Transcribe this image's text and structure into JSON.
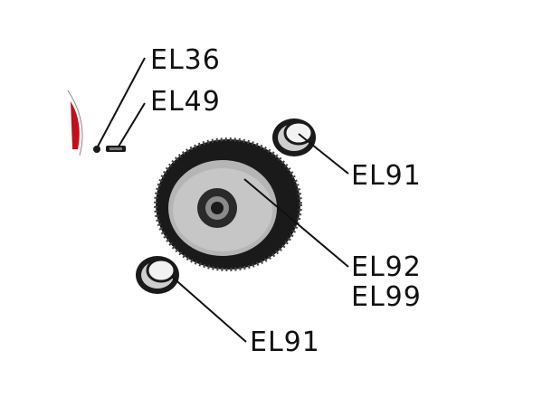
{
  "callouts": {
    "el36": "EL36",
    "el49": "EL49",
    "el91_top": "EL91",
    "el92": "EL92",
    "el99": "EL99",
    "el91_bottom": "EL91"
  },
  "colors": {
    "line": "#111111",
    "part_dark": "#1a1a1a",
    "part_gray": "#b5b5b5",
    "part_light": "#e6e6e6",
    "accent_red": "#c0101a"
  }
}
